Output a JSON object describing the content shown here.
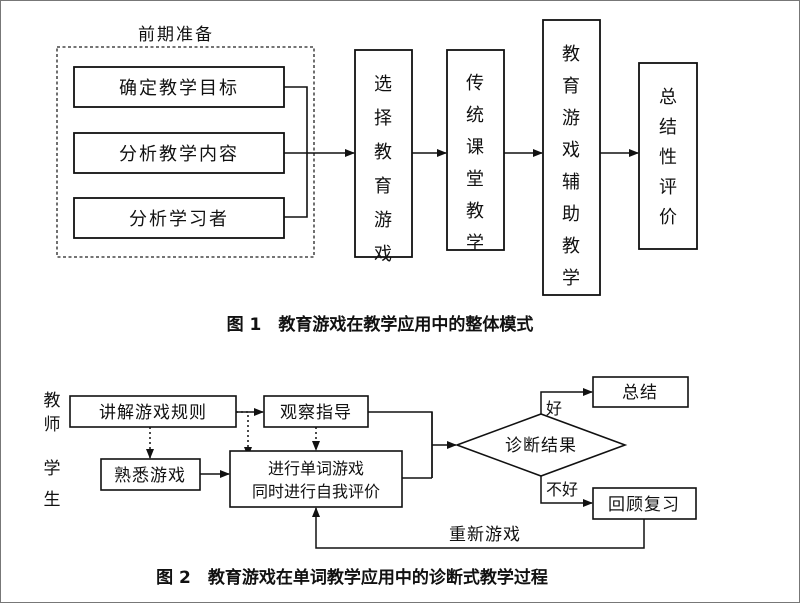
{
  "figure1": {
    "caption": "图 1　教育游戏在教学应用中的整体模式",
    "group_title": "前期准备",
    "prep_boxes": [
      "确定教学目标",
      "分析教学内容",
      "分析学习者"
    ],
    "stages": [
      "选择教育游戏",
      "传统课堂教学",
      "教育游戏辅助教学",
      "总结性评价"
    ]
  },
  "figure2": {
    "caption": "图 2　教育游戏在单词教学应用中的诊断式教学过程",
    "roles": {
      "teacher": "教师",
      "student": "学生"
    },
    "explain_rules": "讲解游戏规则",
    "observe_guide": "观察指导",
    "familiarize": "熟悉游戏",
    "play_line1": "进行单词游戏",
    "play_line2": "同时进行自我评价",
    "diagnosis": "诊断结果",
    "good": "好",
    "not_good": "不好",
    "summary": "总结",
    "review": "回顾复习",
    "replay": "重新游戏"
  }
}
